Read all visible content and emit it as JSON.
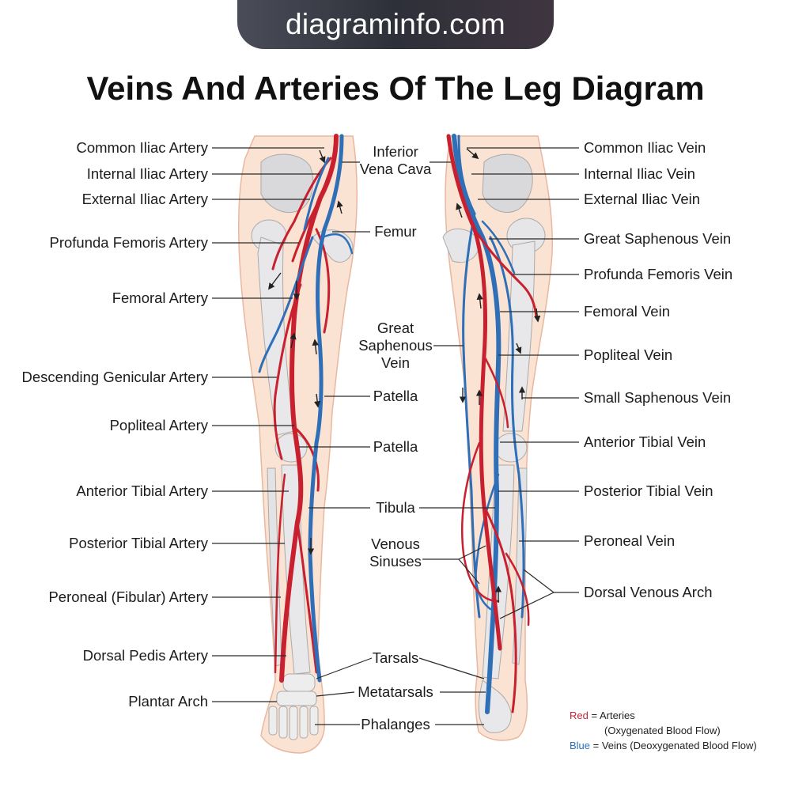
{
  "site_banner": "diagraminfo.com",
  "title": "Veins And Arteries Of The Leg Diagram",
  "left_labels": [
    "Common Iliac Artery",
    "Internal Iliac Artery",
    "External Iliac Artery",
    "Profunda Femoris Artery",
    "Femoral Artery",
    "Descending Genicular Artery",
    "Popliteal Artery",
    "Anterior Tibial Artery",
    "Posterior Tibial Artery",
    "Peroneal (Fibular) Artery",
    "Dorsal Pedis Artery",
    "Plantar Arch"
  ],
  "center_labels": [
    "Inferior\nVena Cava",
    "Femur",
    "Great\nSaphenous\nVein",
    "Patella",
    "Patella",
    "Tibula",
    "Venous\nSinuses",
    "Tarsals",
    "Metatarsals",
    "Phalanges"
  ],
  "right_labels": [
    "Common Iliac Vein",
    "Internal Iliac Vein",
    "External Iliac Vein",
    "Great Saphenous Vein",
    "Profunda Femoris Vein",
    "Femoral Vein",
    "Popliteal Vein",
    "Small Saphenous Vein",
    "Anterior Tibial Vein",
    "Posterior Tibial Vein",
    "Peroneal Vein",
    "Dorsal Venous Arch"
  ],
  "legend": {
    "red_word": "Red",
    "red_text": " = Arteries",
    "red_sub": "(Oxygenated Blood Flow)",
    "blue_word": "Blue",
    "blue_text": " = Veins (Deoxygenated Blood Flow)"
  },
  "colors": {
    "artery": "#c8202e",
    "vein": "#2f6fb8",
    "skin": "#fbe3d3",
    "bone": "#e8e8ea",
    "banner": "#33353f"
  }
}
